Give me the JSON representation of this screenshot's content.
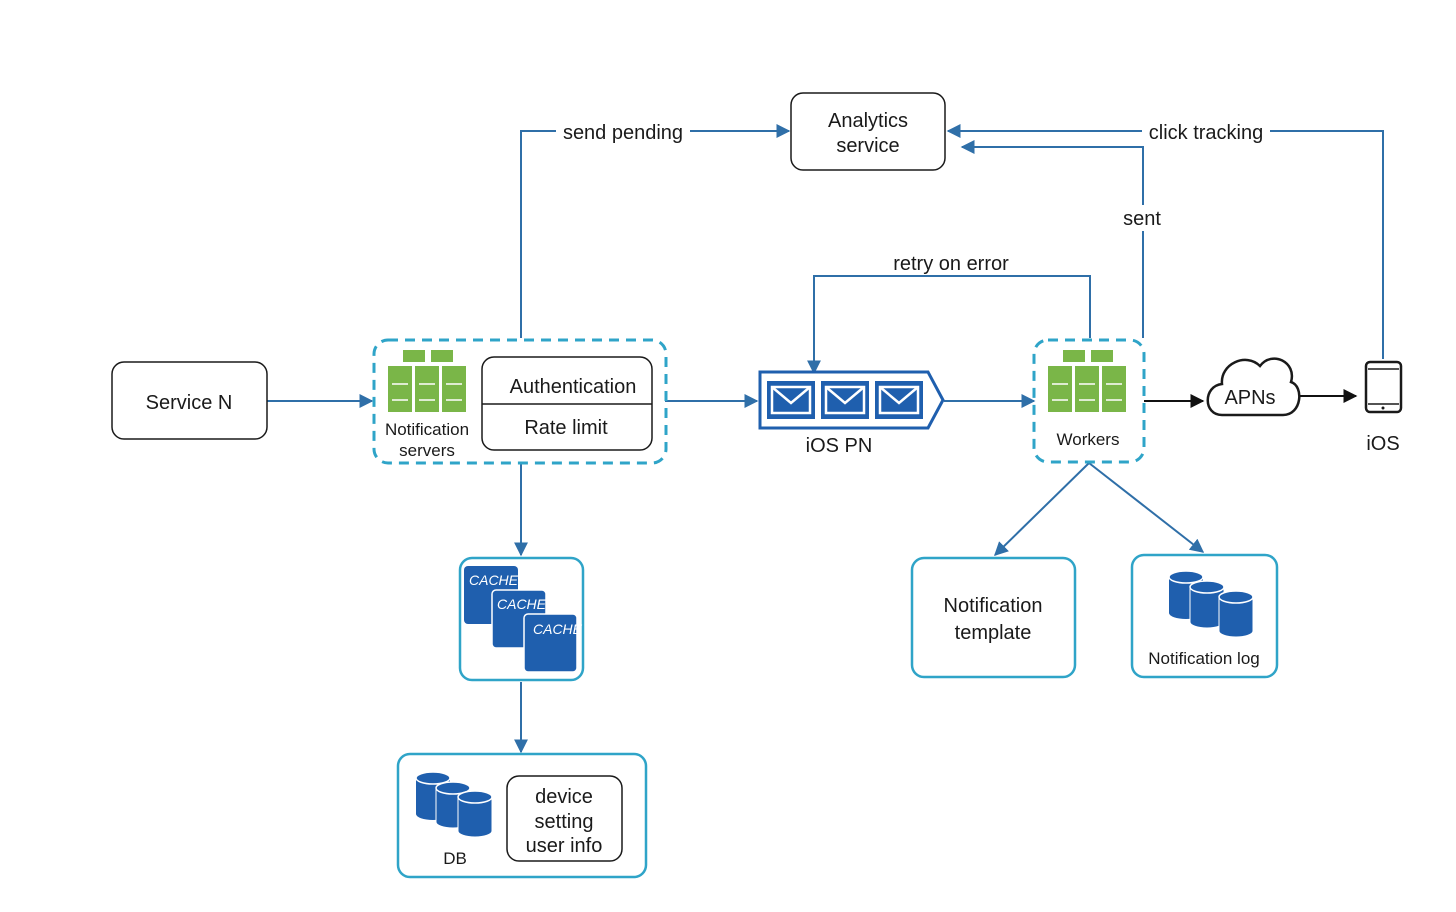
{
  "nodes": {
    "service_n": "Service N",
    "notification_servers": [
      "Notification",
      "servers"
    ],
    "authentication": "Authentication",
    "rate_limit": "Rate limit",
    "cache": [
      "CACHE",
      "CACHE",
      "CACHE"
    ],
    "db": "DB",
    "db_info": [
      "device",
      "setting",
      "user info"
    ],
    "analytics": [
      "Analytics",
      "service"
    ],
    "ios_pn": "iOS PN",
    "workers": "Workers",
    "apns": "APNs",
    "ios": "iOS",
    "notification_template": [
      "Notification",
      "template"
    ],
    "notification_log": "Notification log"
  },
  "edges": {
    "send_pending": "send pending",
    "click_tracking": "click tracking",
    "sent": "sent",
    "retry_on_error": "retry on error"
  },
  "colors": {
    "teal_border": "#2fa4c8",
    "blue_line": "#2f6fa8",
    "server_green": "#7ab648",
    "storage_blue": "#1f5fae",
    "dark": "#1a1a1a"
  },
  "icons": {
    "server": "server-rack-icon",
    "queue": "message-queue-icon",
    "cloud": "cloud-icon",
    "phone": "mobile-phone-icon",
    "database": "database-icon",
    "cache": "cache-stack-icon"
  }
}
